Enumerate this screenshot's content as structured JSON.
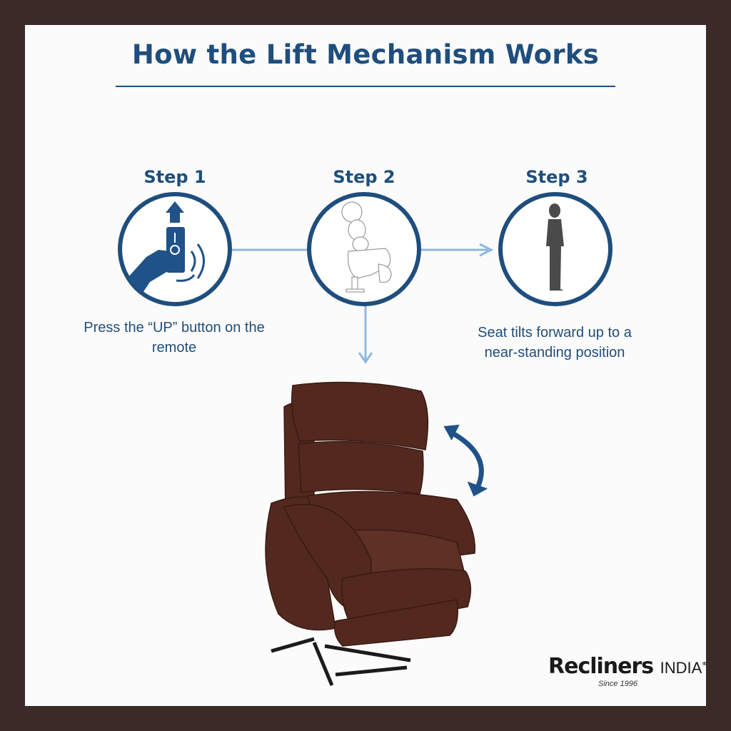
{
  "title": "How the Lift Mechanism Works",
  "steps": [
    {
      "label": "Step 1",
      "description": "Press the “UP” button on the remote",
      "icon": "hand-remote-icon"
    },
    {
      "label": "Step 2",
      "description": "",
      "icon": "lift-chair-outline-icon"
    },
    {
      "label": "Step 3",
      "description": "Seat tilts forward up to a near-standing position",
      "icon": "standing-person-icon"
    }
  ],
  "logo": {
    "name": "Recliners",
    "suffix": "INDIA",
    "registered": "®",
    "tagline": "Since 1996"
  },
  "colors": {
    "primary": "#1f4e7d",
    "connector": "#8fb8dd",
    "frame": "#3b2a27",
    "chair": "#4e2a22"
  }
}
